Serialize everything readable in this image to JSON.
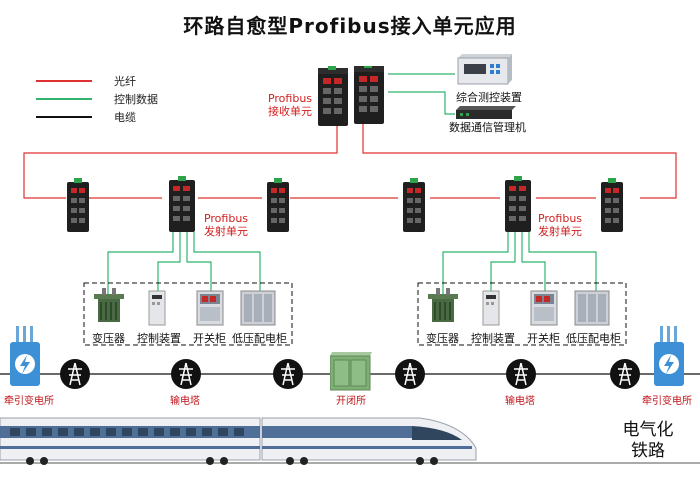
{
  "title": "环路自愈型Profibus接入单元应用",
  "legend": {
    "fiber": {
      "label": "光纤",
      "color": "#e03131"
    },
    "control": {
      "label": "控制数据",
      "color": "#2fb36d"
    },
    "cable": {
      "label": "电缆",
      "color": "#111111"
    }
  },
  "receiver_label": "Profibus\n接收单元",
  "transmitter_left_label": "Profibus\n发射单元",
  "transmitter_right_label": "Profibus\n发射单元",
  "devices": {
    "monitor": "综合测控装置",
    "comm_server": "数据通信管理机"
  },
  "equipment_left": [
    "变压器",
    "控制装置",
    "开关柜",
    "低压配电柜"
  ],
  "equipment_right": [
    "变压器",
    "控制装置",
    "开关柜",
    "低压配电柜"
  ],
  "stations": {
    "traction_left": "牵引变电所",
    "tower_left": "输电塔",
    "switch_station": "开闭所",
    "tower_right": "输电塔",
    "traction_right": "牵引变电所"
  },
  "railway_label": "电气化\n铁路"
}
